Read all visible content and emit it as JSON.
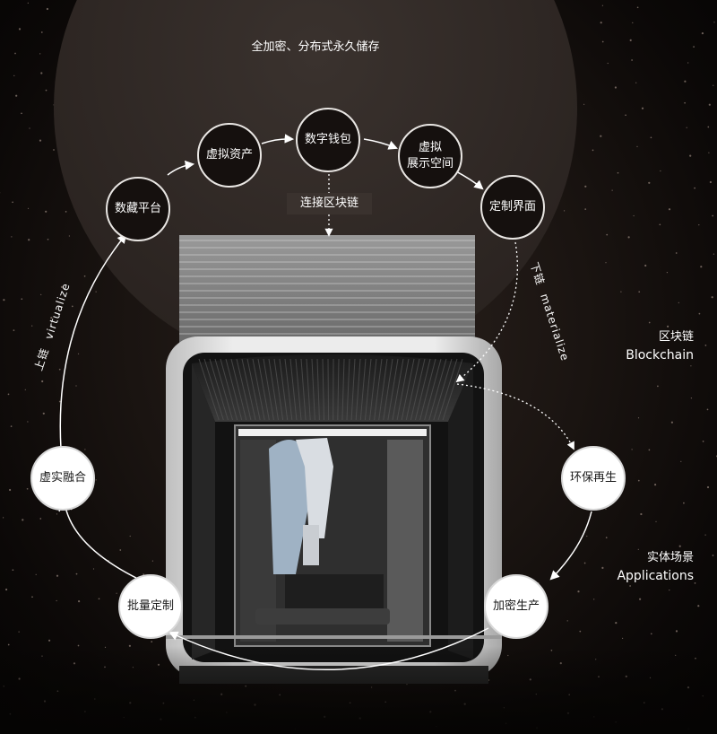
{
  "top_caption": "全加密、分布式永久储存",
  "link_label": "连接区块链",
  "upper_cycle": [
    {
      "id": "collection-platform",
      "label": "数藏平台"
    },
    {
      "id": "virtual-assets",
      "label": "虚拟资产"
    },
    {
      "id": "digital-wallet",
      "label": "数字钱包"
    },
    {
      "id": "virtual-space",
      "label_line1": "虚拟",
      "label_line2": "展示空间"
    },
    {
      "id": "custom-interface",
      "label": "定制界面"
    }
  ],
  "lower_cycle": [
    {
      "id": "virtual-fusion",
      "label": "虚实融合"
    },
    {
      "id": "eco-recycle",
      "label": "环保再生"
    },
    {
      "id": "mass-custom",
      "label": "批量定制"
    },
    {
      "id": "encrypted-production",
      "label": "加密生产"
    }
  ],
  "onchain": {
    "zh": "上链",
    "en": "virtualize"
  },
  "offchain": {
    "zh": "下链",
    "en": "materialize"
  },
  "blockchain": {
    "zh": "区块链",
    "en": "Blockchain"
  },
  "applications": {
    "zh": "实体场景",
    "en": "Applications"
  }
}
